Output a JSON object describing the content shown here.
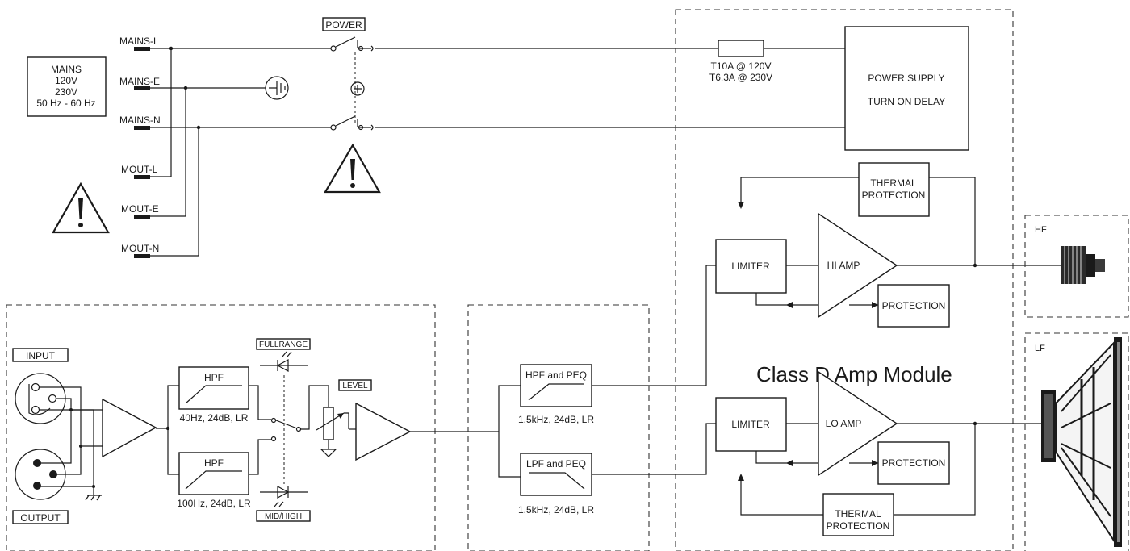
{
  "mains_box": [
    "MAINS",
    "120V",
    "230V",
    "50 Hz - 60 Hz"
  ],
  "terminals": {
    "mains_l": "MAINS-L",
    "mains_e": "MAINS-E",
    "mains_n": "MAINS-N",
    "mout_l": "MOUT-L",
    "mout_e": "MOUT-E",
    "mout_n": "MOUT-N"
  },
  "power_label": "POWER",
  "fuse_labels": [
    "T10A @ 120V",
    "T6.3A @ 230V"
  ],
  "power_supply": [
    "POWER SUPPLY",
    "TURN ON DELAY"
  ],
  "thermal_protection": [
    "THERMAL",
    "PROTECTION"
  ],
  "limiter_label": "LIMITER",
  "hi_amp_label": "HI AMP",
  "lo_amp_label": "LO AMP",
  "protection_label": "PROTECTION",
  "module_title": "Class D Amp Module",
  "hf_label": "HF",
  "lf_label": "LF",
  "input_label": "INPUT",
  "output_label": "OUTPUT",
  "hpf_label": "HPF",
  "hpf1_spec": "40Hz, 24dB, LR",
  "hpf2_spec": "100Hz, 24dB, LR",
  "fullrange_label": "FULLRANGE",
  "midhigh_label": "MID/HIGH",
  "level_label": "LEVEL",
  "hpf_peq_label": "HPF and PEQ",
  "lpf_peq_label": "LPF and PEQ",
  "xover_spec": "1.5kHz, 24dB, LR"
}
